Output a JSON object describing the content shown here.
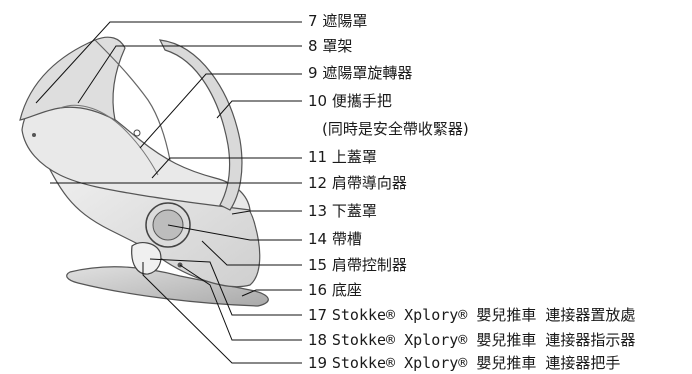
{
  "callouts": [
    {
      "number": "7",
      "text": "遮陽罩"
    },
    {
      "number": "8",
      "text": "罩架"
    },
    {
      "number": "9",
      "text": "遮陽罩旋轉器"
    },
    {
      "number": "10",
      "text": "便攜手把"
    },
    {
      "number": "",
      "text": "(同時是安全帶收緊器)"
    },
    {
      "number": "11",
      "text": "上蓋罩"
    },
    {
      "number": "12",
      "text": "肩帶導向器"
    },
    {
      "number": "13",
      "text": "下蓋罩"
    },
    {
      "number": "14",
      "text": "帶槽"
    },
    {
      "number": "15",
      "text": "肩帶控制器"
    },
    {
      "number": "16",
      "text": "底座"
    },
    {
      "number": "17",
      "text": "Stokke® Xplory® 嬰兒推車 連接器置放處"
    },
    {
      "number": "18",
      "text": "Stokke® Xplory® 嬰兒推車 連接器指示器"
    },
    {
      "number": "19",
      "text": "Stokke® Xplory® 嬰兒推車 連接器把手"
    }
  ]
}
